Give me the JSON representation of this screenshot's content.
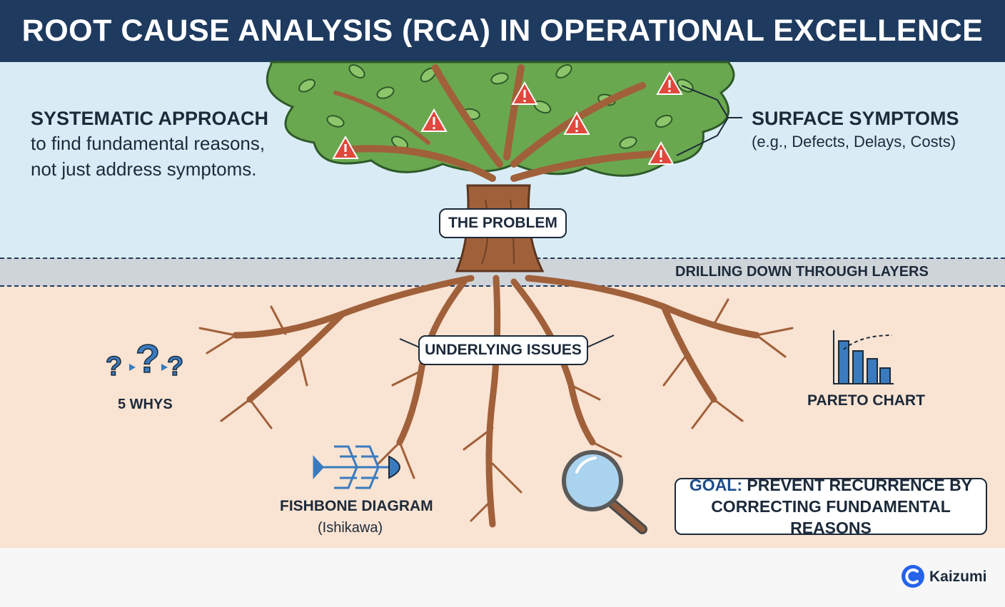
{
  "title": "ROOT CAUSE ANALYSIS (RCA) IN OPERATIONAL EXCELLENCE",
  "approach": {
    "heading": "SYSTEMATIC APPROACH",
    "line1": "to find fundamental reasons,",
    "line2": "not just address symptoms."
  },
  "symptoms": {
    "heading": "SURFACE SYMPTOMS",
    "examples": "(e.g., Defects, Delays, Costs)"
  },
  "problem_label": "THE PROBLEM",
  "layers_label": "DRILLING DOWN THROUGH LAYERS",
  "issues_label": "UNDERLYING ISSUES",
  "tools": {
    "five_whys": "5 WHYS",
    "pareto": "PARETO CHART",
    "fishbone": "FISHBONE DIAGRAM",
    "fishbone_sub": "(Ishikawa)"
  },
  "goal": {
    "lead": "GOAL:",
    "line1": "PREVENT RECURRENCE BY",
    "line2": "CORRECTING FUNDAMENTAL REASONS"
  },
  "brand": "Kaizumi",
  "colors": {
    "header": "#1e3a5f",
    "sky": "#d9ecf6",
    "soil": "#f9e3d2",
    "trunk": "#a0603a",
    "leaves": "#6aa84f",
    "warning": "#e0483d",
    "tool_blue": "#3a7bbf"
  },
  "icons": [
    "warning-icon",
    "question-mark-icon",
    "pareto-chart-icon",
    "fishbone-icon",
    "magnifier-icon",
    "kaizumi-logo"
  ]
}
